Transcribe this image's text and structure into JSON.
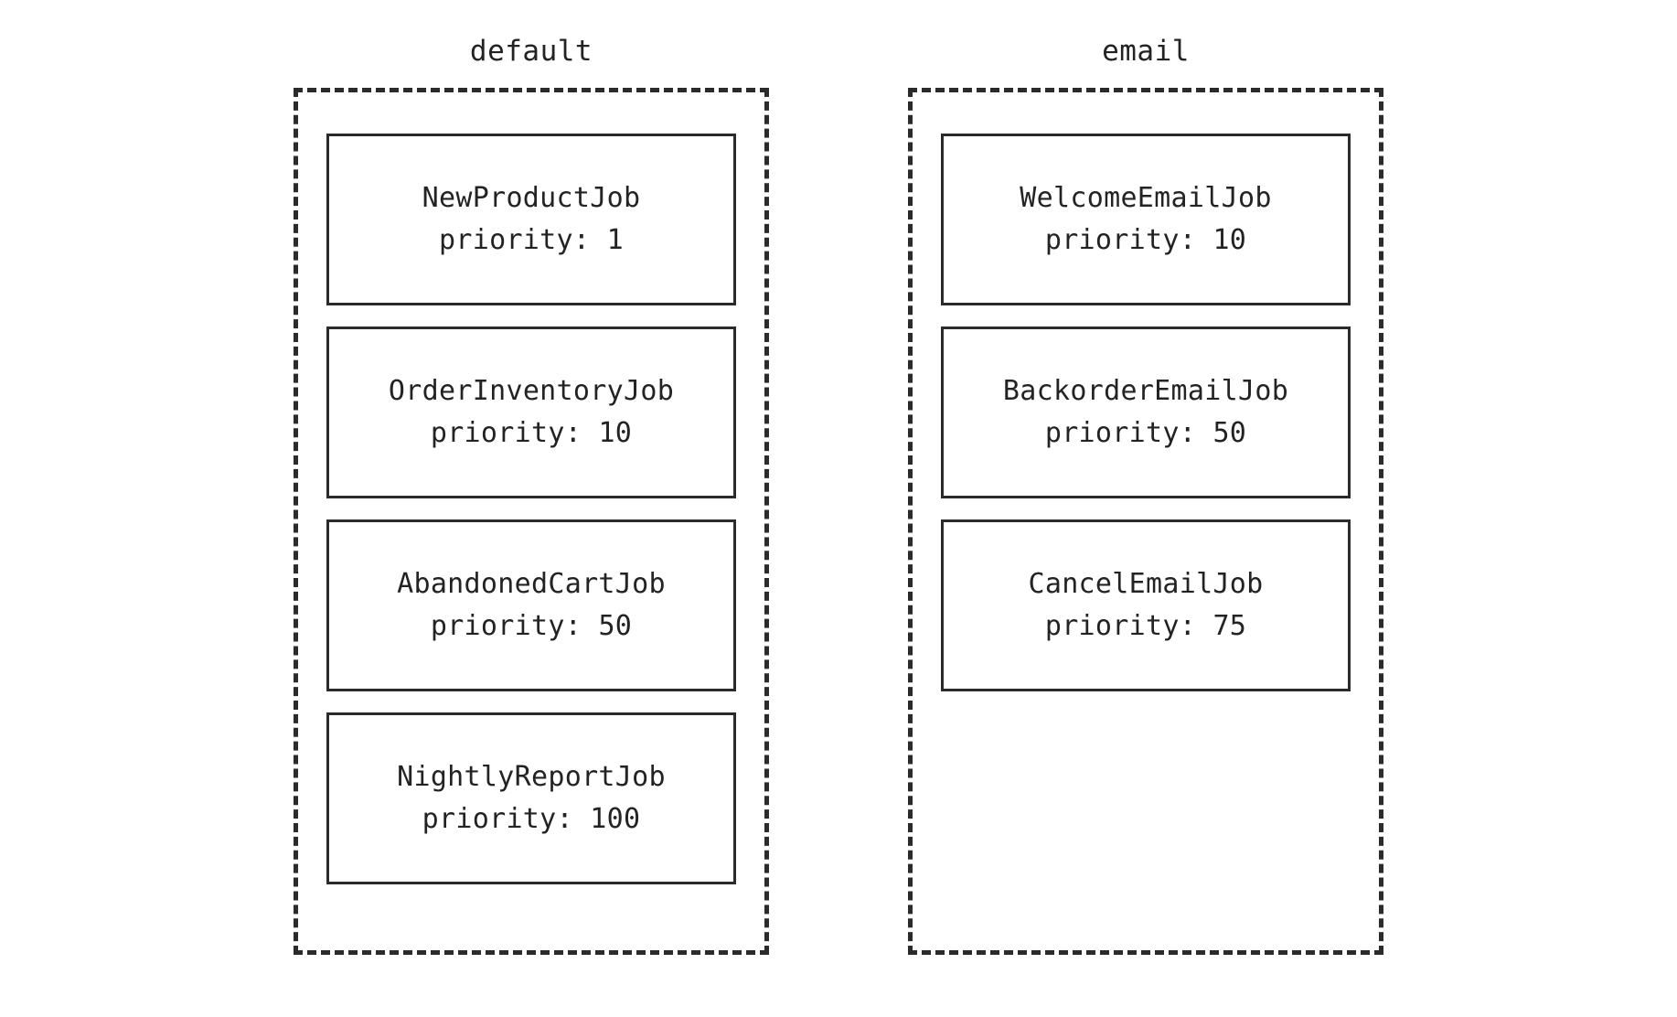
{
  "diagram": {
    "type": "queue-job-diagram",
    "background_color": "#ffffff",
    "line_color": "#2b2b2b",
    "text_color": "#232323",
    "priority_label": "priority:"
  },
  "queues": [
    {
      "name": "default",
      "jobs": [
        {
          "name": "NewProductJob",
          "priority_text": "priority: 1",
          "priority": 1
        },
        {
          "name": "OrderInventoryJob",
          "priority_text": "priority: 10",
          "priority": 10
        },
        {
          "name": "AbandonedCartJob",
          "priority_text": "priority: 50",
          "priority": 50
        },
        {
          "name": "NightlyReportJob",
          "priority_text": "priority: 100",
          "priority": 100
        }
      ]
    },
    {
      "name": "email",
      "jobs": [
        {
          "name": "WelcomeEmailJob",
          "priority_text": "priority: 10",
          "priority": 10
        },
        {
          "name": "BackorderEmailJob",
          "priority_text": "priority: 50",
          "priority": 50
        },
        {
          "name": "CancelEmailJob",
          "priority_text": "priority: 75",
          "priority": 75
        }
      ]
    }
  ]
}
